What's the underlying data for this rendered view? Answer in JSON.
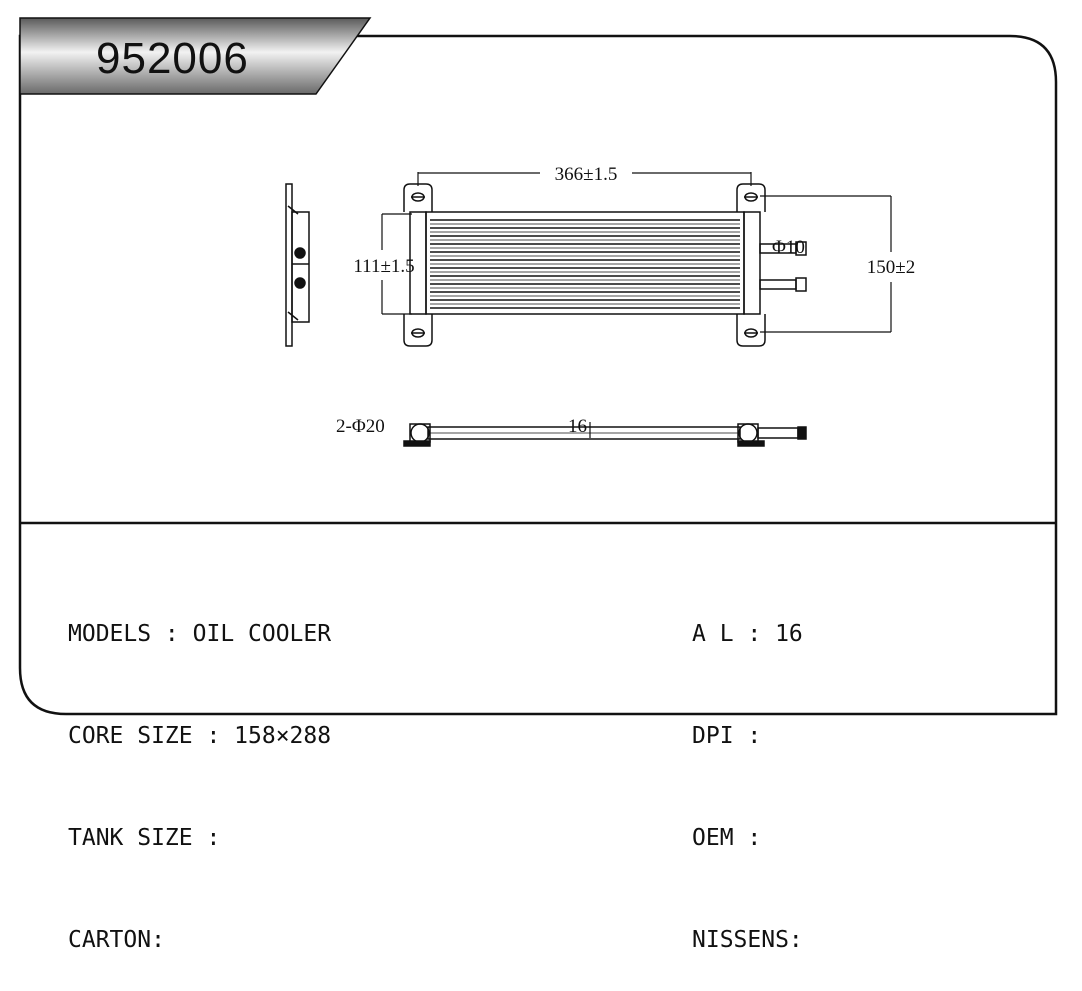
{
  "title": {
    "part_number": "952006"
  },
  "dimensions": {
    "width": "366±1.5",
    "core_height": "111±1.5",
    "overall_height": "150±2",
    "pipe": "Φ10",
    "holes": "2-Φ20",
    "thickness": "16"
  },
  "specs": {
    "models": "MODELS : OIL COOLER",
    "core_size": "CORE SIZE : 158×288",
    "tank_size": "TANK SIZE :",
    "carton": "CARTON:",
    "al": "A L : 16",
    "dpi": "DPI :",
    "oem": "OEM :",
    "nissens": "NISSENS:"
  }
}
